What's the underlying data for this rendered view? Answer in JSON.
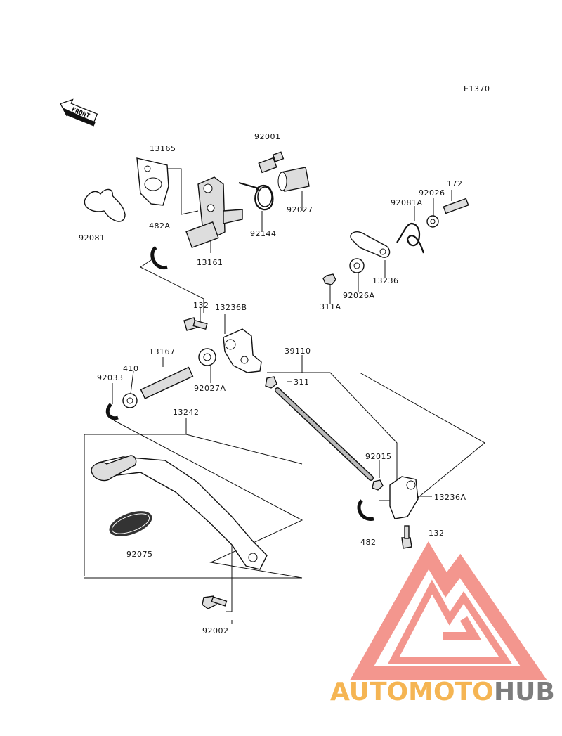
{
  "diagram": {
    "code": "E1370",
    "front_label": "FRONT",
    "part_numbers": [
      "92001",
      "13165",
      "92081",
      "482A",
      "13161",
      "92144",
      "92027",
      "172",
      "92026",
      "92081A",
      "13236",
      "311A",
      "92026A",
      "132",
      "13236B",
      "13167",
      "410",
      "92033",
      "92027A",
      "39110",
      "311",
      "13242",
      "92015",
      "13236A",
      "482",
      "132",
      "92075",
      "92002"
    ]
  },
  "watermark": {
    "brand_part1": "AUTOMOTO",
    "brand_part2": "HUB",
    "colors": {
      "orange": "#f5b553",
      "red": "#f28b82",
      "gray": "#7d7d7d"
    }
  }
}
